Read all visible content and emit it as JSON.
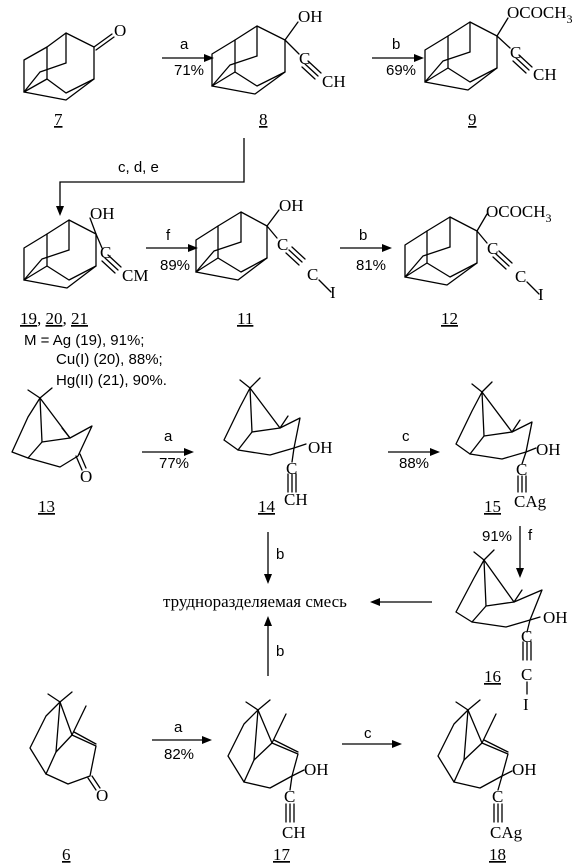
{
  "atoms": {
    "o": "O",
    "oh": "OH",
    "oac": "OCOCH",
    "oac_sub": "3",
    "c": "C",
    "ch": "CH",
    "cm": "CM",
    "cag": "CAg",
    "i": "I"
  },
  "compounds": {
    "c7": "7",
    "c8": "8",
    "c9": "9",
    "c19": "19",
    "c20": "20",
    "c21": "21",
    "c11": "11",
    "c12": "12",
    "c13": "13",
    "c14": "14",
    "c15": "15",
    "c16": "16",
    "c6": "6",
    "c17": "17",
    "c18": "18",
    "comma1": ",",
    "comma2": ","
  },
  "metal_notes": {
    "line1": "M = Ag (19), 91%;",
    "line2": "Cu(I) (20), 88%;",
    "line3": "Hg(II) (21), 90%."
  },
  "reactions": {
    "r7_8": {
      "reagent": "a",
      "yield": "71%"
    },
    "r8_9": {
      "reagent": "b",
      "yield": "69%"
    },
    "r8_19": {
      "reagent": "c, d, e"
    },
    "r19_11": {
      "reagent": "f",
      "yield": "89%"
    },
    "r11_12": {
      "reagent": "b",
      "yield": "81%"
    },
    "r13_14": {
      "reagent": "a",
      "yield": "77%"
    },
    "r14_15": {
      "reagent": "c",
      "yield": "88%"
    },
    "r15_16": {
      "reagent": "f",
      "yield": "91%"
    },
    "r14_mix": {
      "reagent": "b"
    },
    "r17_mix": {
      "reagent": "b"
    },
    "r6_17": {
      "reagent": "a",
      "yield": "82%"
    },
    "r17_18": {
      "reagent": "c"
    }
  },
  "mixture_label": "трудноразделяемая смесь"
}
